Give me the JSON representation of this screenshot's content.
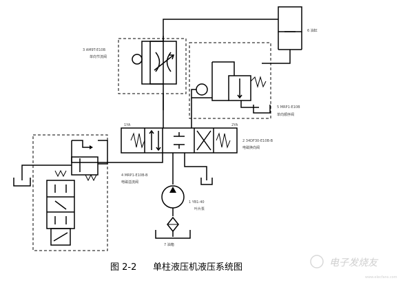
{
  "caption": {
    "prefix": "图 2-2",
    "title": "单柱液压机液压系统图"
  },
  "labels": {
    "cylinder": "6 油缸",
    "throttle_code": "3 AM9T-E10B",
    "throttle_name": "单向节流阀",
    "relief_code": "5 MRP1-E10B",
    "relief_name": "单向顺序阀",
    "dir_left_code": "1YA",
    "dir_right_code": "2YA",
    "dir_code": "2 34DF30-E10B-B",
    "dir_name": "电磁换向阀",
    "reducer_code": "4 MRP1-E10B-B",
    "reducer_name": "电磁溢流阀",
    "pump_code": "1 YB1-40",
    "pump_name": "叶片泵",
    "tank": "7 油箱"
  },
  "watermark": {
    "text": "电子发烧友",
    "url": "www.elecfans.com"
  }
}
